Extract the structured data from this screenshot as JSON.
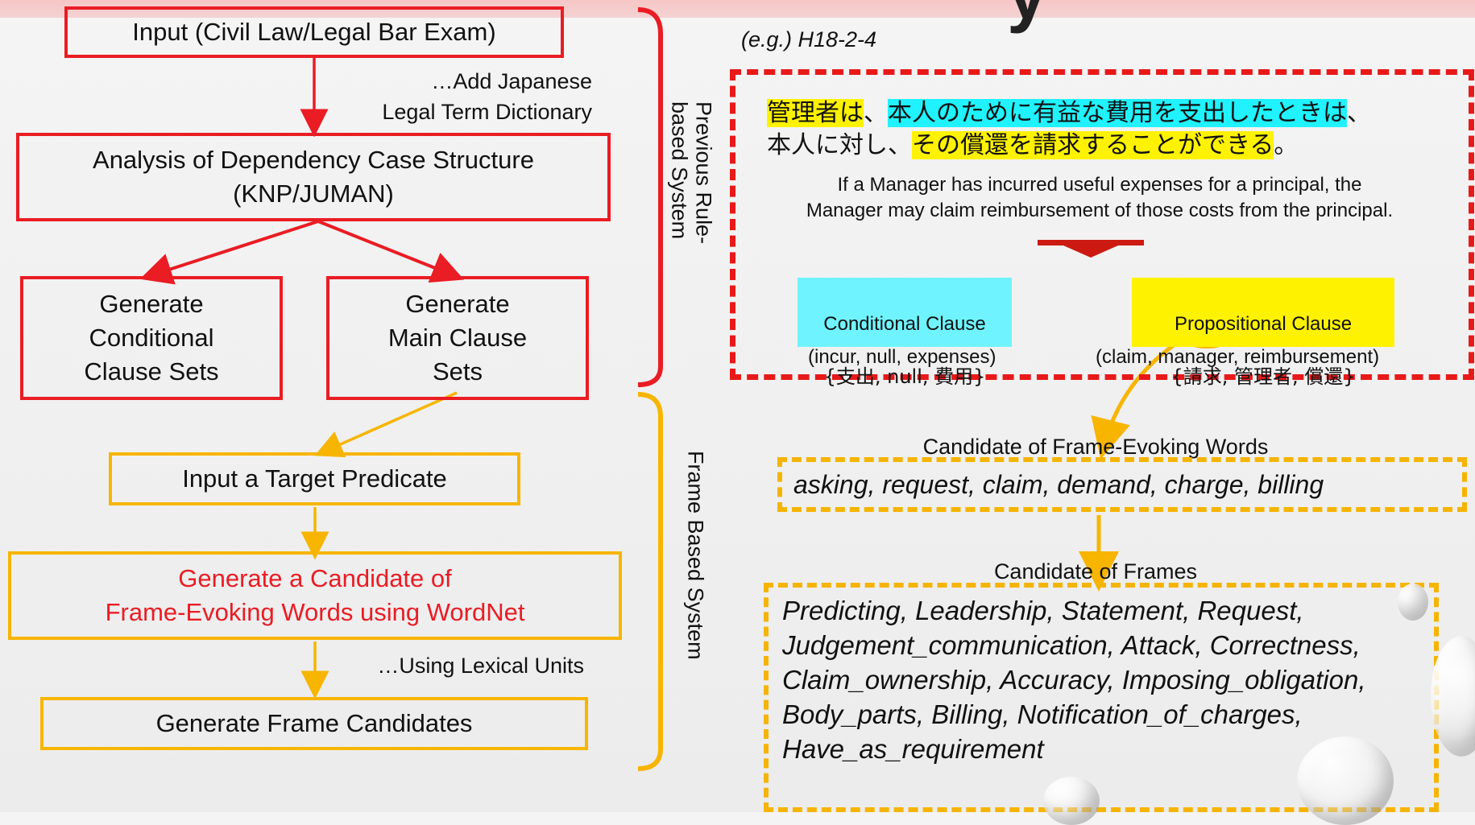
{
  "header": {
    "title_fragment": "y"
  },
  "left_flow": {
    "input_label": "Input (Civil Law/Legal Bar Exam)",
    "dictionary_note": "…Add Japanese\nLegal Term Dictionary",
    "analysis_label": "Analysis of Dependency Case Structure\n(KNP/JUMAN)",
    "conditional_sets_label": "Generate\nConditional\nClause Sets",
    "main_sets_label": "Generate\nMain Clause\nSets",
    "target_predicate_label": "Input a Target Predicate",
    "candidate_words_label": "Generate a Candidate of\nFrame-Evoking Words using WordNet",
    "lexical_units_note": "…Using Lexical Units",
    "frame_candidates_label": "Generate Frame Candidates"
  },
  "side_labels": {
    "rule_based": "Previous Rule-\nbased System",
    "frame_based": "Frame Based System"
  },
  "example": {
    "id_label": "(e.g.) H18-2-4",
    "jp_line1_part1": "管理者は",
    "jp_line1_part2": "、",
    "jp_line1_part3": "本人のために有益な費用を支出したときは",
    "jp_line1_part4": "、",
    "jp_line2_part1": "本人に対し、",
    "jp_line2_part2": "その償還を請求することができる",
    "jp_line2_part3": "。",
    "english_text": "If a Manager has incurred useful expenses for a principal, the\nManager may claim reimbursement of those costs from the principal.",
    "conditional_title": "Conditional Clause",
    "conditional_set": "{支出, null, 費用}",
    "conditional_gloss": "(incur, null, expenses)",
    "propositional_title": "Propositional Clause",
    "propositional_set": "{請求, 管理者, 償還}",
    "propositional_gloss": "(claim, manager, reimbursement)"
  },
  "frame_evoking": {
    "caption": "Candidate of Frame-Evoking Words",
    "words": "asking, request, claim, demand, charge, billing"
  },
  "frames": {
    "caption": "Candidate of Frames",
    "list": "Predicting, Leadership, Statement, Request,\nJudgement_communication, Attack, Correctness,\nClaim_ownership, Accuracy, Imposing_obligation,\nBody_parts, Billing, Notification_of_charges,\nHave_as_requirement"
  },
  "colors": {
    "red": "#ea1c24",
    "yellow": "#f7b500",
    "cyan": "#20f2ff",
    "highlight_yellow": "#fff200"
  }
}
